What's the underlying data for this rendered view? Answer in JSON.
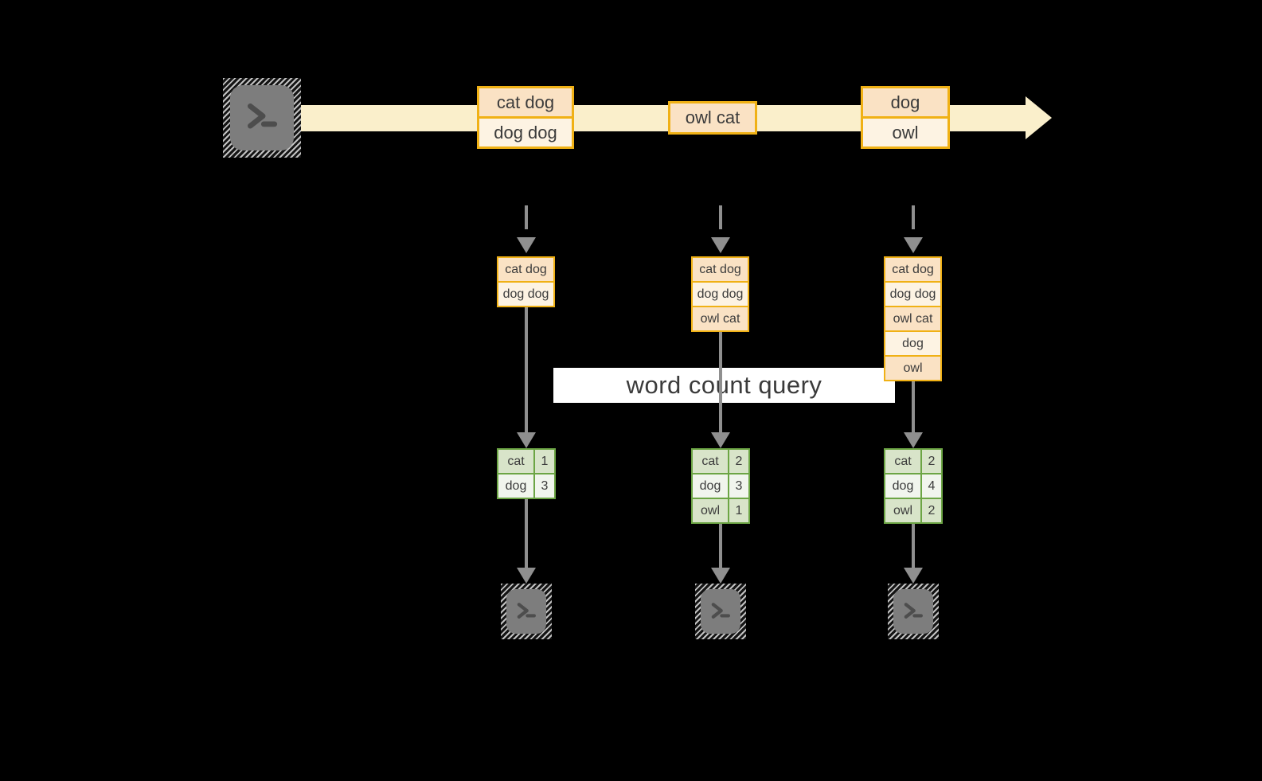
{
  "diagram": {
    "query_label": "word count query",
    "stream": {
      "batches": [
        {
          "rows": [
            "cat dog",
            "dog dog"
          ]
        },
        {
          "rows": [
            "owl cat"
          ]
        },
        {
          "rows": [
            "dog",
            "owl"
          ]
        }
      ]
    },
    "micro_batches": [
      {
        "input": [
          "cat dog",
          "dog dog"
        ],
        "counts": [
          {
            "word": "cat",
            "count": "1"
          },
          {
            "word": "dog",
            "count": "3"
          }
        ]
      },
      {
        "input": [
          "cat dog",
          "dog dog",
          "owl cat"
        ],
        "counts": [
          {
            "word": "cat",
            "count": "2"
          },
          {
            "word": "dog",
            "count": "3"
          },
          {
            "word": "owl",
            "count": "1"
          }
        ]
      },
      {
        "input": [
          "cat dog",
          "dog dog",
          "owl cat",
          "dog",
          "owl"
        ],
        "counts": [
          {
            "word": "cat",
            "count": "2"
          },
          {
            "word": "dog",
            "count": "4"
          },
          {
            "word": "owl",
            "count": "2"
          }
        ]
      }
    ],
    "colors": {
      "background": "#000000",
      "stream_band": "#FAEFCB",
      "record_border": "#F0B115",
      "record_fill_dark": "#FAE2C4",
      "record_fill_light": "#FDF3E3",
      "table_border": "#6CA544",
      "table_fill_dark": "#D8E4C9",
      "table_fill_light": "#F1F5ED",
      "arrow_gray": "#8F8F8F",
      "banner_bg": "#FFFFFF",
      "text": "#3B3B3B"
    }
  }
}
